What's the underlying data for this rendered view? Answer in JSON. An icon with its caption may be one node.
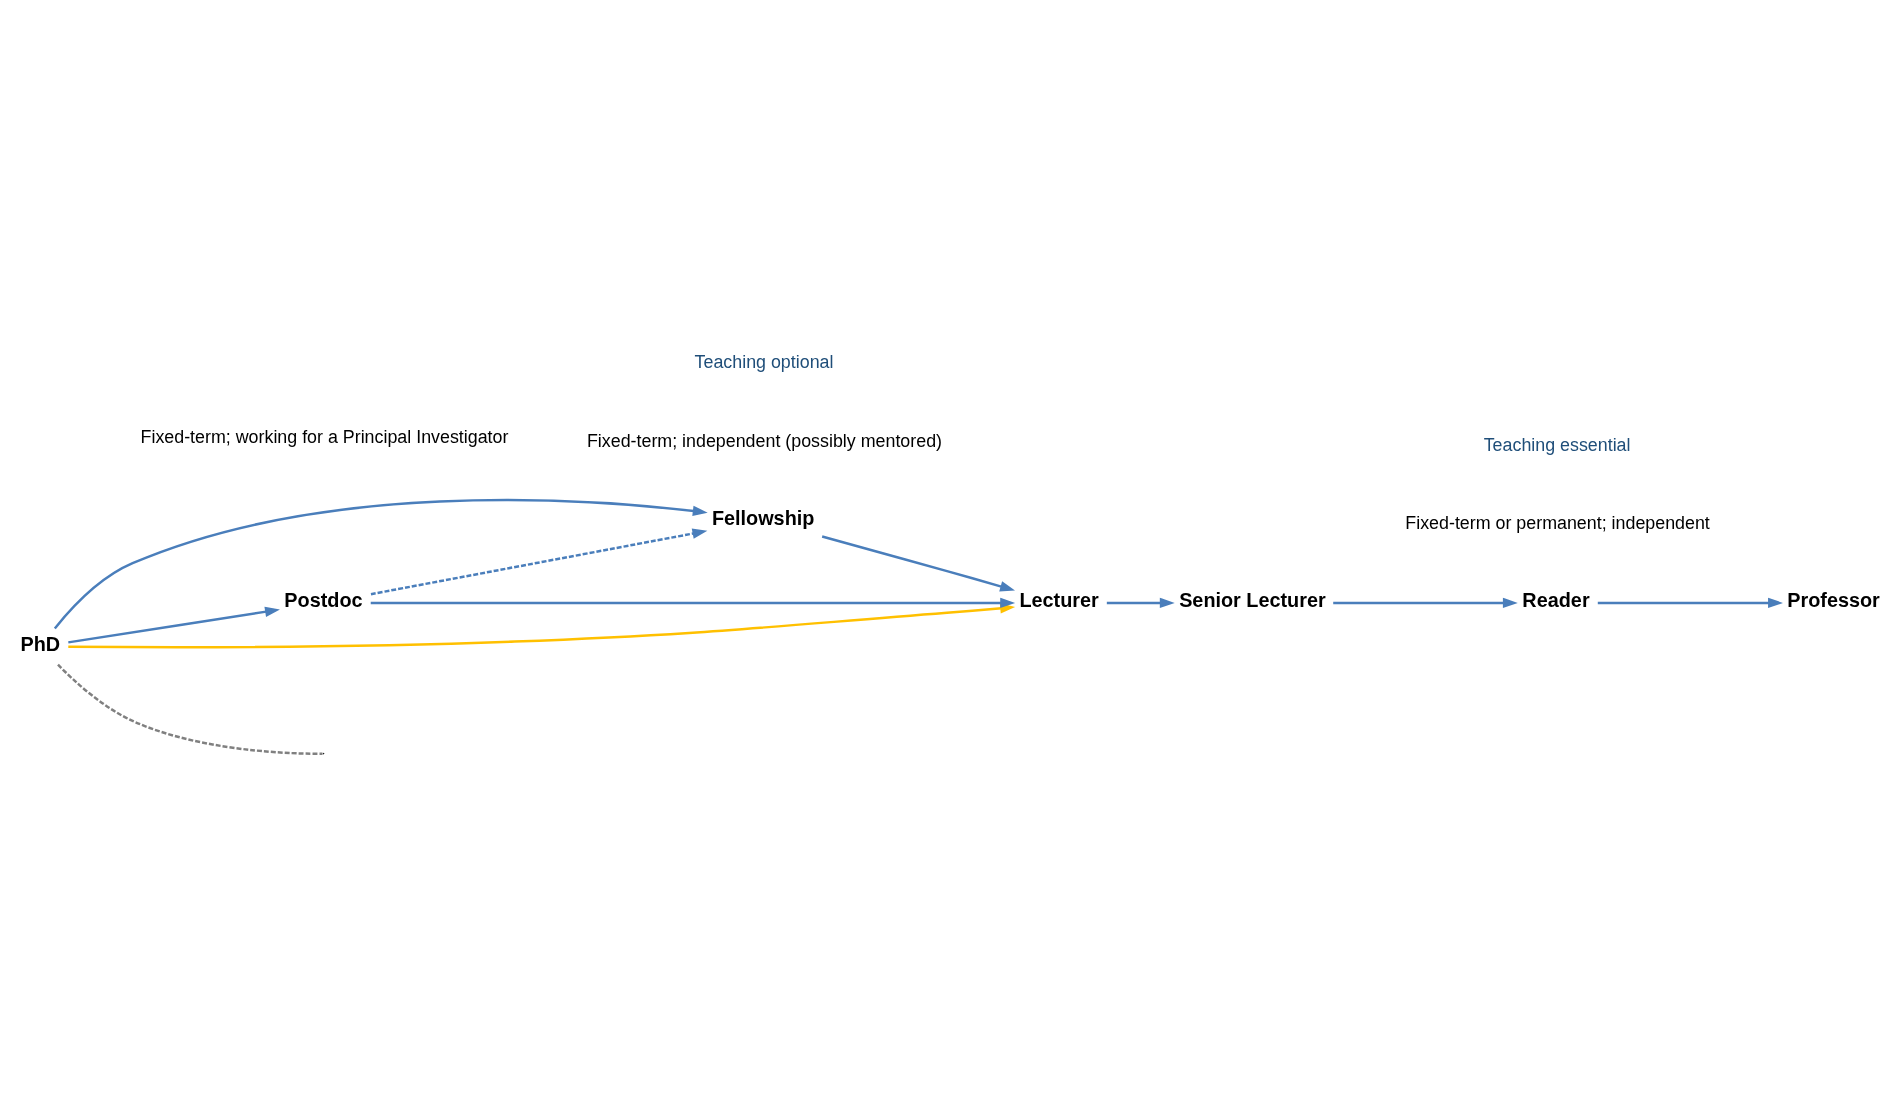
{
  "diagram": {
    "nodes": [
      {
        "text": [
          "PhD"
        ]
      },
      {
        "text": [
          "Postdoc"
        ]
      },
      {
        "text": [
          "Fellowship"
        ]
      },
      {
        "text": [
          "Lecturer"
        ]
      },
      {
        "text": [
          "Senior Lecturer"
        ]
      },
      {
        "text": [
          "Reader"
        ]
      },
      {
        "text": [
          "Professor"
        ]
      }
    ],
    "edges": [
      {
        "from": 0,
        "to": 1,
        "arrow": "to"
      },
      {
        "from": 0,
        "to": 2,
        "arrow": "to"
      },
      {
        "from": 1,
        "to": 2,
        "arrow": "to",
        "style": "dashed"
      },
      {
        "from": 0,
        "to": null,
        "arrow": "none",
        "style": "dashed",
        "color": "#808080"
      },
      {
        "from": 1,
        "to": 3,
        "arrow": "to"
      },
      {
        "from": 2,
        "to": 3,
        "arrow": "to"
      },
      {
        "from": 0,
        "to": 3,
        "arrow": "to",
        "color": "#ffc000"
      },
      {
        "from": 3,
        "to": 4,
        "arrow": "to"
      },
      {
        "from": 4,
        "to": 5,
        "arrow": "to"
      },
      {
        "from": 5,
        "to": 6,
        "arrow": "to"
      }
    ],
    "labels": [
      "Fixed-term; working for a Principal Investigator",
      "Fixed-term; independent (possibly mentored)",
      "Fixed-term or permanent; independent",
      "Teaching optional",
      "Teaching essential"
    ]
  }
}
